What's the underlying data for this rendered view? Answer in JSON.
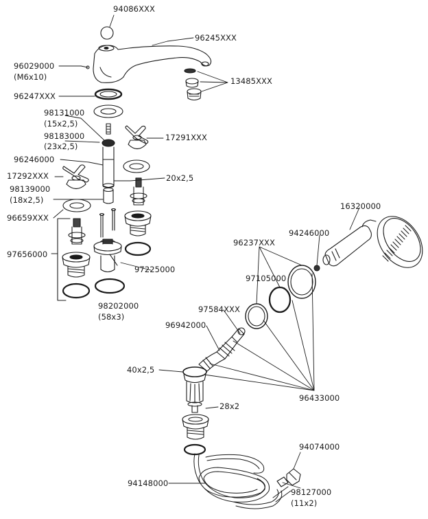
{
  "diagram": {
    "labels": {
      "p94086": "94086XXX",
      "p96245": "96245XXX",
      "p96029": "96029000",
      "p96029_sub": "(M6x10)",
      "p13485": "13485XXX",
      "p96247": "96247XXX",
      "p98131": "98131000",
      "p98131_sub": "(15x2,5)",
      "p98183": "98183000",
      "p98183_sub": "(23x2,5)",
      "p17291": "17291XXX",
      "p96246": "96246000",
      "p20x25": "20x2,5",
      "p17292": "17292XXX",
      "p98139": "98139000",
      "p98139_sub": "(18x2,5)",
      "p96659": "96659XXX",
      "p16320": "16320000",
      "p96237": "96237XXX",
      "p94246": "94246000",
      "p97656": "97656000",
      "p97225": "97225000",
      "p97105": "97105000",
      "p98202": "98202000",
      "p98202_sub": "(58x3)",
      "p97584": "97584XXX",
      "p96942": "96942000",
      "p40x25": "40x2,5",
      "p96433": "96433000",
      "p28x2": "28x2",
      "p94074": "94074000",
      "p94148": "94148000",
      "p98127": "98127000",
      "p98127_sub": "(11x2)"
    }
  }
}
